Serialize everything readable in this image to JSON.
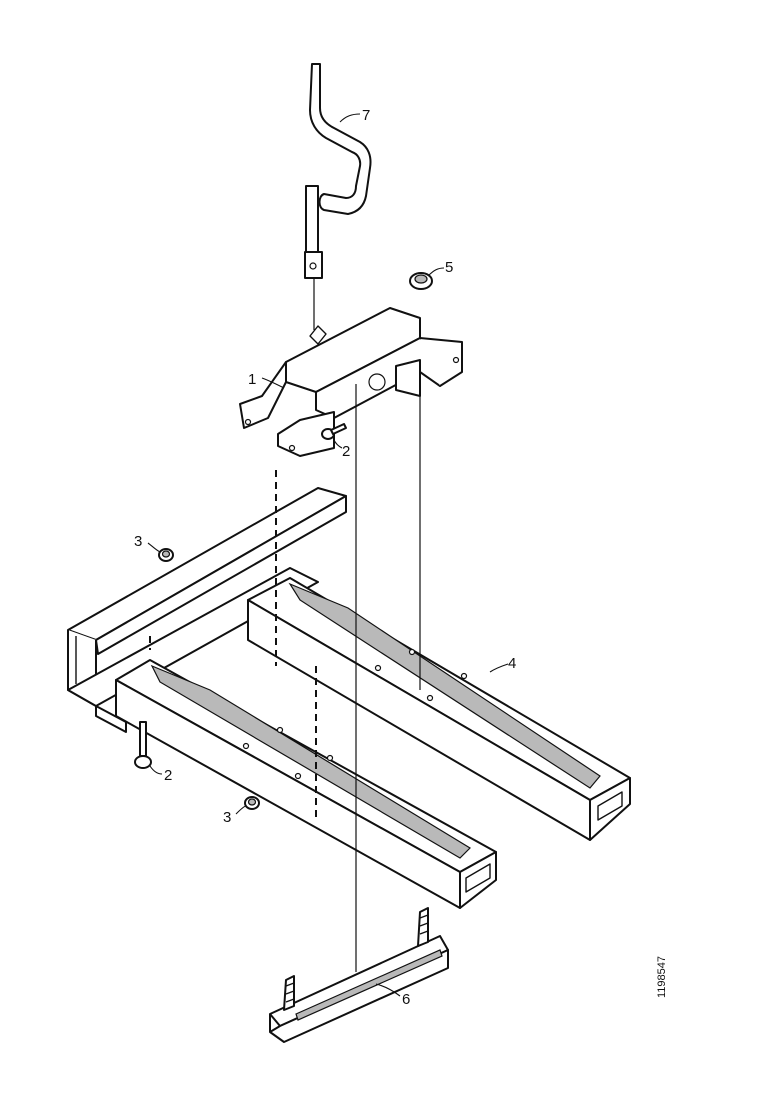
{
  "callouts": {
    "c1": "1",
    "c2_upper": "2",
    "c2_lower": "2",
    "c3_upper": "3",
    "c3_lower": "3",
    "c4": "4",
    "c5": "5",
    "c6": "6",
    "c7": "7"
  },
  "reference_number": "1198547"
}
